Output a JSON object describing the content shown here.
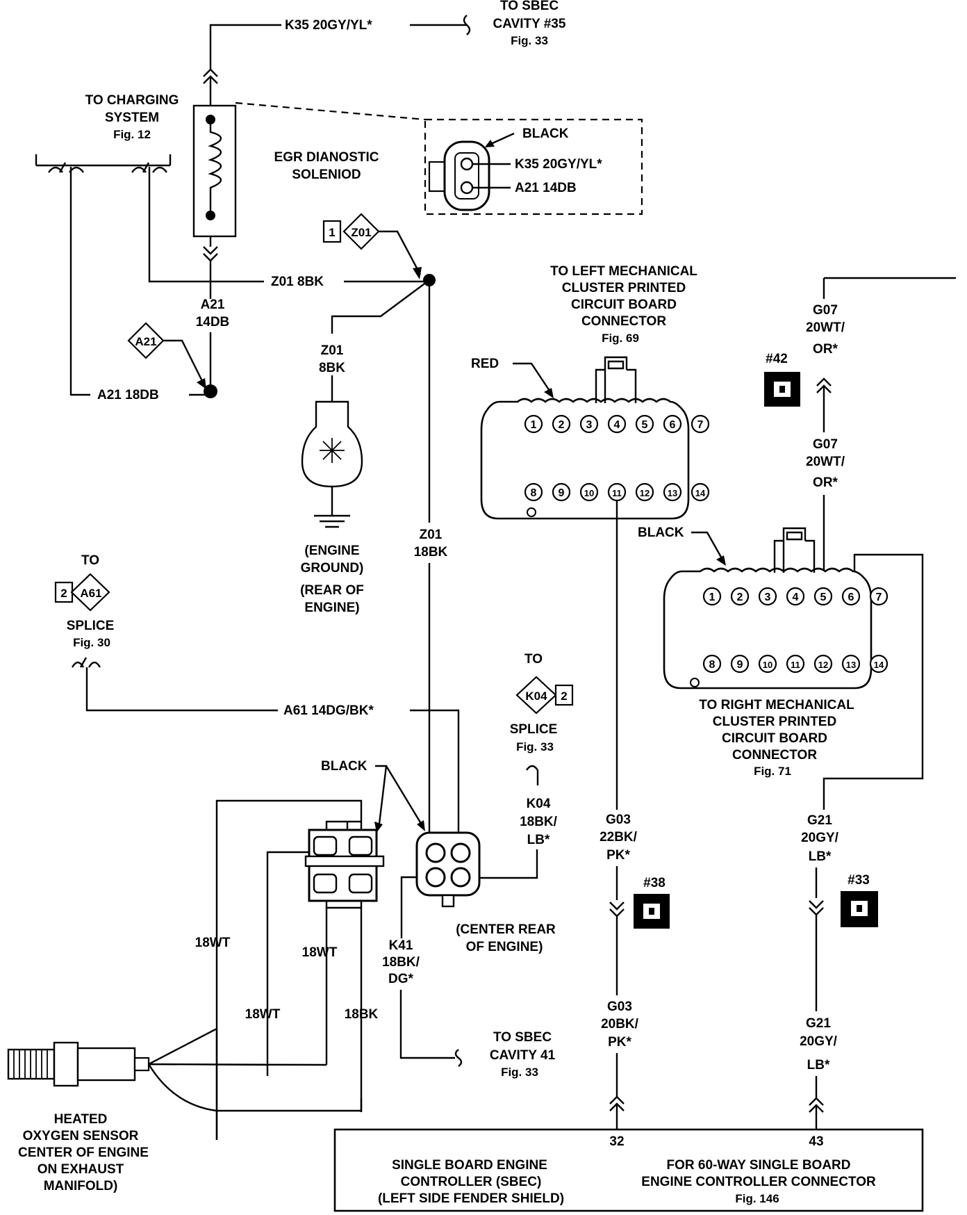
{
  "top": {
    "k35_wire": "K35 20GY/YL*",
    "sbec_cavity35": [
      "TO SBEC",
      "CAVITY #35",
      "Fig. 33"
    ]
  },
  "charging": [
    "TO CHARGING",
    "SYSTEM",
    "Fig. 12"
  ],
  "egr": {
    "label": [
      "EGR DIANOSTIC",
      "SOLENIOD"
    ],
    "connector_color": "BLACK",
    "pin1": "K35 20GY/YL*",
    "pin2": "A21 14DB"
  },
  "z01_splice": {
    "num": "1",
    "id": "Z01"
  },
  "z01_8bk": "Z01 8BK",
  "a21_14db": [
    "A21",
    "14DB"
  ],
  "a21_diamond": "A21",
  "a21_18db": "A21 18DB",
  "z01_to_ground": [
    "Z01",
    "8BK"
  ],
  "ground_label": [
    "(ENGINE",
    "GROUND)",
    "(REAR OF",
    "ENGINE)"
  ],
  "z01_18bk": [
    "Z01",
    "18BK"
  ],
  "left_cluster": {
    "label": [
      "TO LEFT MECHANICAL",
      "CLUSTER PRINTED",
      "CIRCUIT BOARD",
      "CONNECTOR",
      "Fig. 69"
    ],
    "color": "RED",
    "pins_top": [
      "1",
      "2",
      "3",
      "4",
      "5",
      "6",
      "7"
    ],
    "pins_bottom": [
      "8",
      "9",
      "10",
      "11",
      "12",
      "13",
      "14"
    ]
  },
  "right_cluster": {
    "label": [
      "TO RIGHT MECHANICAL",
      "CLUSTER PRINTED",
      "CIRCUIT BOARD",
      "CONNECTOR",
      "Fig. 71"
    ],
    "color": "BLACK",
    "pins_top": [
      "1",
      "2",
      "3",
      "4",
      "5",
      "6",
      "7"
    ],
    "pins_bottom": [
      "8",
      "9",
      "10",
      "11",
      "12",
      "13",
      "14"
    ]
  },
  "g07_upper": [
    "G07",
    "20WT/",
    "OR*"
  ],
  "g07_lower": [
    "G07",
    "20WT/",
    "OR*"
  ],
  "tag42": "#42",
  "a61_splice": {
    "to": "TO",
    "num": "2",
    "id": "A61",
    "splice": "SPLICE",
    "fig": "Fig. 30"
  },
  "a61_wire": "A61 14DG/BK*",
  "k04_splice": {
    "to": "TO",
    "id": "K04",
    "num": "2",
    "splice": "SPLICE",
    "fig": "Fig. 33"
  },
  "k04_wire": [
    "K04",
    "18BK/",
    "LB*"
  ],
  "black_label": "BLACK",
  "center_rear": [
    "(CENTER REAR",
    "OF ENGINE)"
  ],
  "k41_wire": [
    "K41",
    "18BK/",
    "DG*"
  ],
  "sbec_cavity41": [
    "TO SBEC",
    "CAVITY 41",
    "Fig. 33"
  ],
  "g03_upper": [
    "G03",
    "22BK/",
    "PK*"
  ],
  "g03_lower": [
    "G03",
    "20BK/",
    "PK*"
  ],
  "tag38": "#38",
  "g21_upper": [
    "G21",
    "20GY/",
    "LB*"
  ],
  "g21_lower": [
    "G21",
    "20GY/",
    "LB*"
  ],
  "tag33": "#33",
  "o2_wires": {
    "w1": "18WT",
    "w2": "18WT",
    "w3": "18WT",
    "w4": "18BK"
  },
  "o2_sensor": [
    "HEATED",
    "OXYGEN SENSOR",
    "CENTER OF ENGINE",
    "ON EXHAUST",
    "MANIFOLD)"
  ],
  "sbec": {
    "pin32": "32",
    "pin43": "43",
    "left": [
      "SINGLE BOARD ENGINE",
      "CONTROLLER (SBEC)",
      "(LEFT SIDE FENDER SHIELD)"
    ],
    "right": [
      "FOR 60-WAY SINGLE BOARD",
      "ENGINE CONTROLLER CONNECTOR",
      "Fig. 146"
    ]
  }
}
